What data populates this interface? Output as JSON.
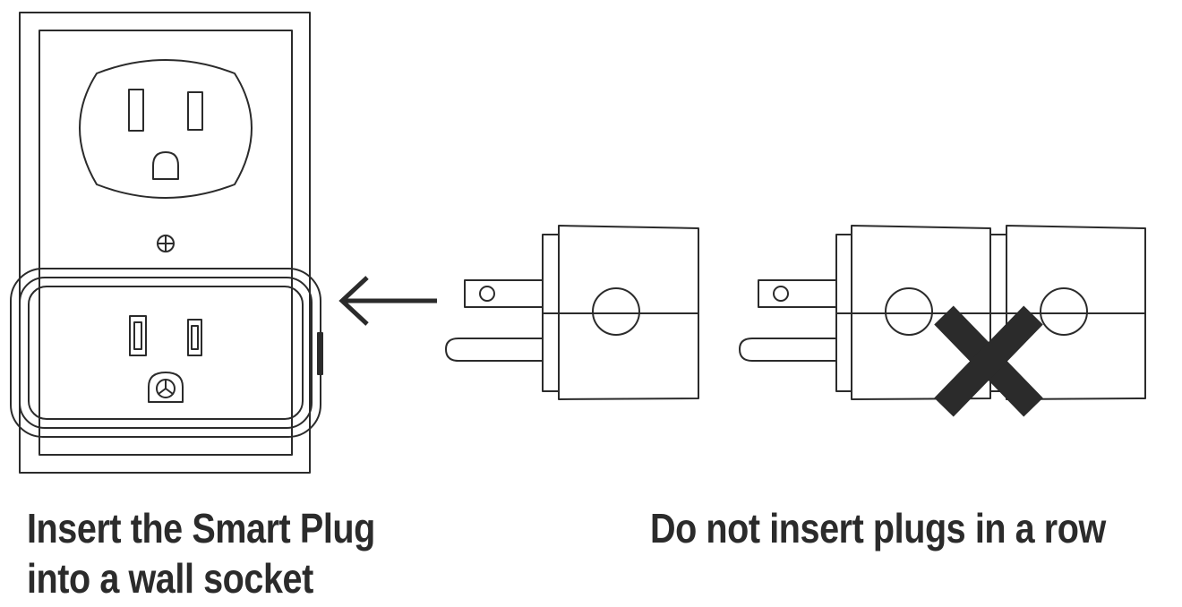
{
  "captions": {
    "left": {
      "line1": "Insert the Smart Plug",
      "line2": "into a wall socket"
    },
    "right": {
      "line1": "Do not insert plugs in a row"
    }
  },
  "colors": {
    "line_art": "#2b2b2b",
    "cross_mark": "#2b2b2b",
    "background": "#ffffff"
  },
  "icons": {
    "direction": "arrow-left-icon",
    "warning": "cross-x-icon"
  }
}
